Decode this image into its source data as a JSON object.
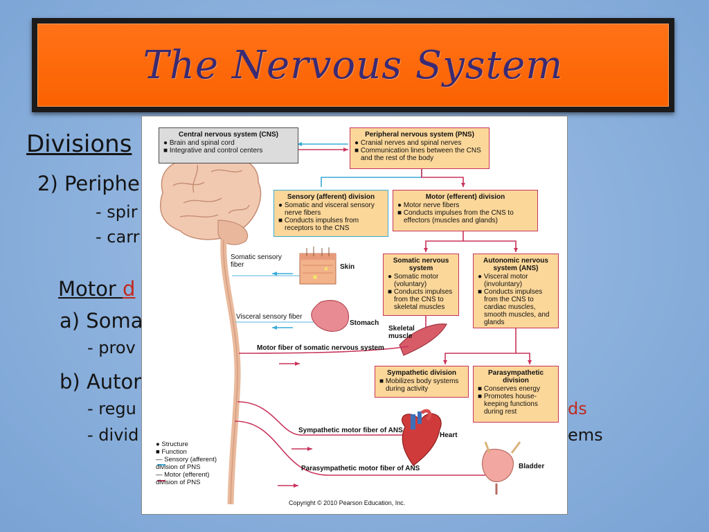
{
  "slide": {
    "title": "The Nervous System",
    "bullets": {
      "divisions": "Divisions",
      "peripheral": "2) Periphe",
      "spinal": "- spir",
      "carries": "- carr",
      "motor_a": "Motor ",
      "motor_b": "d",
      "somatic": "a) Soma",
      "provides": "- prov",
      "autonomic": "b) Autor",
      "regulates": "- regu",
      "regulates_tail": "ds",
      "divided": "- divid",
      "divided_tail": "ems"
    },
    "colors": {
      "background": "#8db0dd",
      "banner": "#fb6200",
      "title": "#3a2a73",
      "sensory_line": "#3aaad8",
      "motor_line": "#c8325a",
      "box_fill": "#fbd79a"
    }
  },
  "figure": {
    "cns": {
      "title": "Central nervous system (CNS)",
      "items": [
        "● Brain and spinal cord",
        "■ Integrative and control centers"
      ]
    },
    "pns": {
      "title": "Peripheral nervous system (PNS)",
      "items": [
        "● Cranial nerves and spinal nerves",
        "■ Communication lines between the CNS and the rest of the body"
      ]
    },
    "sensory": {
      "title": "Sensory (afferent) division",
      "items": [
        "● Somatic and visceral sensory nerve fibers",
        "■ Conducts impulses from receptors to the CNS"
      ]
    },
    "motor": {
      "title": "Motor (efferent) division",
      "items": [
        "● Motor nerve fibers",
        "■ Conducts impulses from the CNS to effectors (muscles and glands)"
      ]
    },
    "somatic": {
      "title": "Somatic nervous system",
      "items": [
        "● Somatic motor (voluntary)",
        "■ Conducts impulses from the CNS to skeletal muscles"
      ]
    },
    "autonomic": {
      "title": "Autonomic nervous system (ANS)",
      "items": [
        "● Visceral motor (involuntary)",
        "■ Conducts impulses from the CNS to cardiac muscles, smooth muscles, and glands"
      ]
    },
    "sympathetic": {
      "title": "Sympathetic division",
      "items": [
        "■ Mobilizes body systems during activity"
      ]
    },
    "parasympathetic": {
      "title": "Parasympathetic division",
      "items": [
        "■ Conserves energy",
        "■ Promotes house-keeping functions during rest"
      ]
    },
    "labels": {
      "somatic_sensory_fiber": "Somatic sensory fiber",
      "skin": "Skin",
      "visceral_sensory_fiber": "Visceral sensory fiber",
      "stomach": "Stomach",
      "skeletal_muscle": "Skeletal muscle",
      "motor_fiber_somatic": "Motor fiber of somatic nervous system",
      "sympathetic_fiber": "Sympathetic motor fiber of ANS",
      "heart": "Heart",
      "parasympathetic_fiber": "Parasympathetic motor fiber of ANS",
      "bladder": "Bladder"
    },
    "legend": {
      "structure": "● Structure",
      "function": "■ Function",
      "sensory": "— Sensory (afferent) division of PNS",
      "motor": "— Motor (efferent) division of PNS"
    },
    "copyright": "Copyright © 2010 Pearson Education, Inc."
  }
}
